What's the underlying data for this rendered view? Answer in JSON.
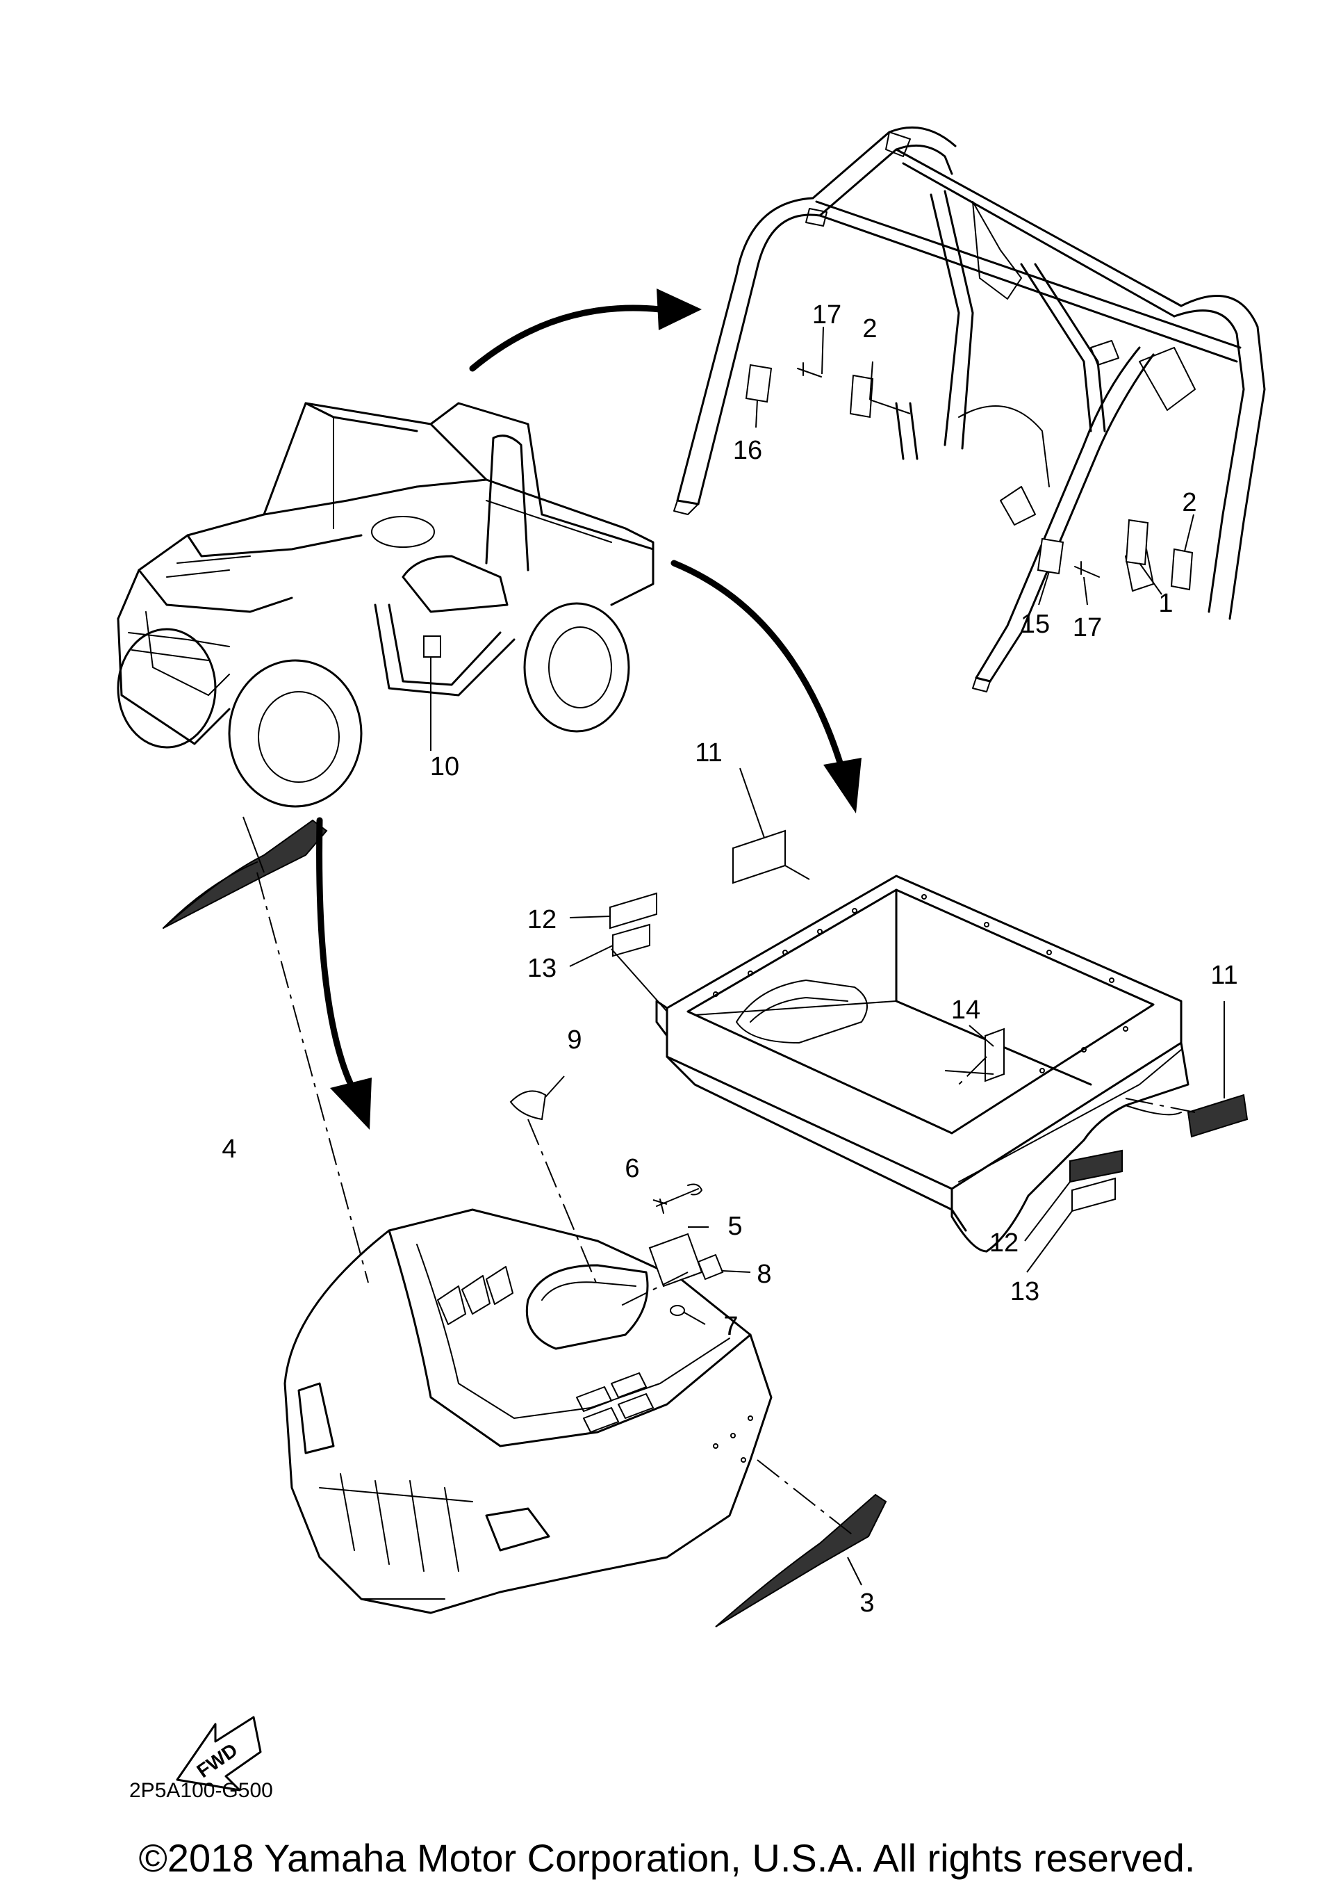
{
  "diagram": {
    "callouts": [
      {
        "id": "1",
        "label": "1"
      },
      {
        "id": "2a",
        "label": "2"
      },
      {
        "id": "2b",
        "label": "2"
      },
      {
        "id": "3",
        "label": "3"
      },
      {
        "id": "4",
        "label": "4"
      },
      {
        "id": "5",
        "label": "5"
      },
      {
        "id": "6",
        "label": "6"
      },
      {
        "id": "7",
        "label": "7"
      },
      {
        "id": "8",
        "label": "8"
      },
      {
        "id": "9",
        "label": "9"
      },
      {
        "id": "10",
        "label": "10"
      },
      {
        "id": "11a",
        "label": "11"
      },
      {
        "id": "11b",
        "label": "11"
      },
      {
        "id": "12a",
        "label": "12"
      },
      {
        "id": "12b",
        "label": "12"
      },
      {
        "id": "13a",
        "label": "13"
      },
      {
        "id": "13b",
        "label": "13"
      },
      {
        "id": "14",
        "label": "14"
      },
      {
        "id": "15",
        "label": "15"
      },
      {
        "id": "16",
        "label": "16"
      },
      {
        "id": "17a",
        "label": "17"
      },
      {
        "id": "17b",
        "label": "17"
      }
    ],
    "fwd_label": "FWD",
    "diagram_code": "2P5A100-G500",
    "copyright": "©2018 Yamaha Motor Corporation, U.S.A. All rights reserved."
  }
}
